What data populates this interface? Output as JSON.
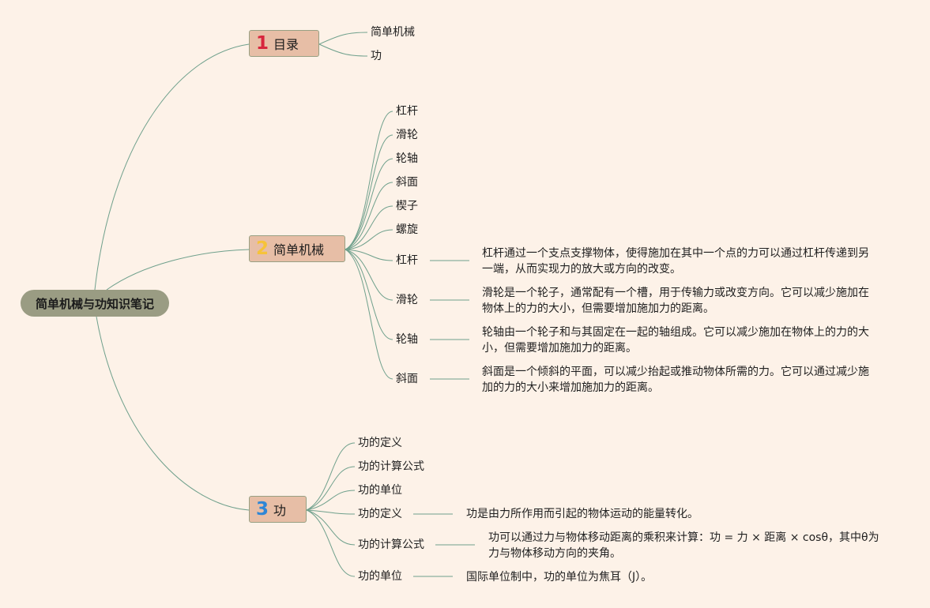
{
  "root": {
    "label": "简单机械与功知识笔记"
  },
  "branches": [
    {
      "num": "1",
      "label": "目录"
    },
    {
      "num": "2",
      "label": "简单机械"
    },
    {
      "num": "3",
      "label": "功"
    }
  ],
  "toc": {
    "items": [
      "简单机械",
      "功"
    ]
  },
  "machines": {
    "types": [
      "杠杆",
      "滑轮",
      "轮轴",
      "斜面",
      "楔子",
      "螺旋"
    ],
    "details": [
      {
        "term": "杠杆",
        "desc": "杠杆通过一个支点支撑物体，使得施加在其中一个点的力可以通过杠杆传递到另一端，从而实现力的放大或方向的改变。"
      },
      {
        "term": "滑轮",
        "desc": "滑轮是一个轮子，通常配有一个槽，用于传输力或改变方向。它可以减少施加在物体上的力的大小，但需要增加施加力的距离。"
      },
      {
        "term": "轮轴",
        "desc": "轮轴由一个轮子和与其固定在一起的轴组成。它可以减少施加在物体上的力的大小，但需要增加施加力的距离。"
      },
      {
        "term": "斜面",
        "desc": "斜面是一个倾斜的平面，可以减少抬起或推动物体所需的力。它可以通过减少施加的力的大小来增加施加力的距离。"
      }
    ]
  },
  "work": {
    "items": [
      "功的定义",
      "功的计算公式",
      "功的单位"
    ],
    "details": [
      {
        "term": "功的定义",
        "desc": "功是由力所作用而引起的物体运动的能量转化。"
      },
      {
        "term": "功的计算公式",
        "desc": "功可以通过力与物体移动距离的乘积来计算：功 = 力 × 距离 × cosθ，其中θ为力与物体移动方向的夹角。"
      },
      {
        "term": "功的单位",
        "desc": "国际单位制中，功的单位为焦耳（J）。"
      }
    ]
  },
  "colors": {
    "background": "#fdf2e8",
    "root": "#9a9c83",
    "branch": "#e7bea6",
    "line": "#5f9a86"
  }
}
